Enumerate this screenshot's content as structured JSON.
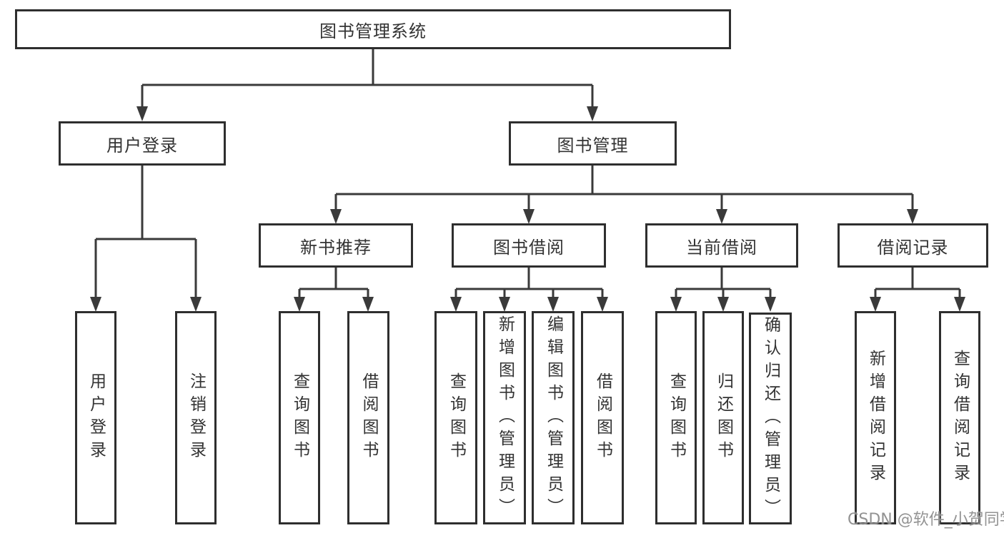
{
  "diagram": {
    "root": "图书管理系统",
    "branches": [
      {
        "label": "用户登录",
        "children": [
          "用户登录",
          "注销登录"
        ]
      },
      {
        "label": "图书管理"
      }
    ],
    "modules": [
      {
        "label": "新书推荐",
        "children": [
          "查询图书",
          "借阅图书"
        ]
      },
      {
        "label": "图书借阅",
        "children": [
          "查询图书",
          "新增图书（管理员）",
          "编辑图书（管理员）",
          "借阅图书"
        ]
      },
      {
        "label": "当前借阅",
        "children": [
          "查询图书",
          "归还图书",
          "确认归还（管理员）"
        ]
      },
      {
        "label": "借阅记录",
        "children": [
          "新增借阅记录",
          "查询借阅记录"
        ]
      }
    ]
  },
  "watermark": "CSDN @软件_小贺同学",
  "colors": {
    "line": "#3a3a3a",
    "box_border": "#2e2e2e",
    "box_fill": "#ffffff",
    "text": "#333333",
    "watermark": "#878787",
    "background": "#ffffff"
  }
}
